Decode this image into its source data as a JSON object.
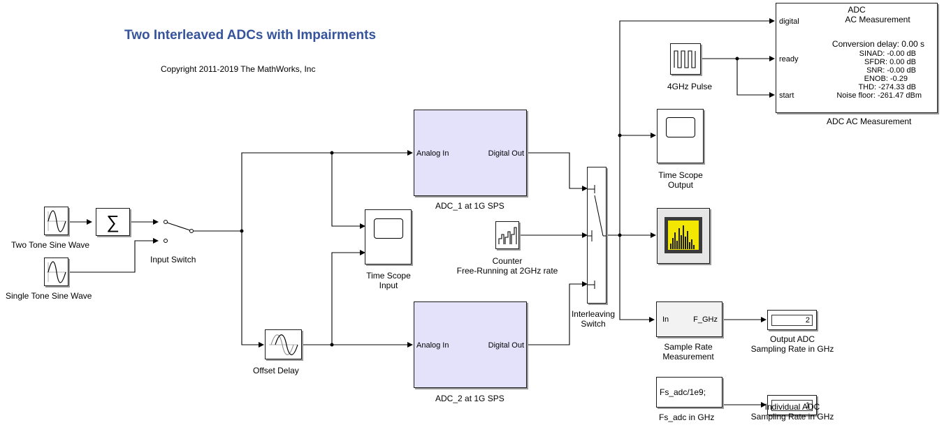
{
  "title": "Two Interleaved ADCs with Impairments",
  "copyright": "Copyright 2011-2019 The MathWorks, Inc",
  "blocks": {
    "two_tone": "Two Tone Sine Wave",
    "single_tone": "Single Tone Sine Wave",
    "input_switch": "Input Switch",
    "offset_delay": "Offset Delay",
    "scope_input": "Time Scope\nInput",
    "adc1": "ADC_1 at 1G SPS",
    "adc2": "ADC_2 at 1G SPS",
    "counter": "Counter\nFree-Running at 2GHz rate",
    "interleaving_switch": "Interleaving\nSwitch",
    "pulse": "4GHz Pulse",
    "scope_output": "Time Scope\nOutput",
    "sample_rate": "Sample Rate\nMeasurement",
    "fs_adc": "Fs_adc in GHz",
    "output_rate": "Output ADC\nSampling Rate in GHz",
    "individual_rate": "Individual ADC\nSampling Rate in GHz",
    "adc_meas": "ADC AC Measurement"
  },
  "ports": {
    "analog_in": "Analog In",
    "digital_out": "Digital Out",
    "in": "In",
    "f_ghz": "F_GHz",
    "digital": "digital",
    "ready": "ready",
    "start": "start"
  },
  "fs_expr": "Fs_adc/1e9;",
  "displays": {
    "output_value": "2",
    "individual_value": "1"
  },
  "measurement": {
    "header1": "ADC",
    "header2": "AC Measurement",
    "conversion_delay": "Conversion delay:  0.00  s",
    "sinad": "SINAD:  -0.00 dB",
    "sfdr": "SFDR:  0.00 dB",
    "snr": "SNR:  -0.00 dB",
    "enob": "ENOB:  -0.29",
    "thd": "THD: -274.33 dB",
    "noise_floor": "Noise floor: -261.47 dBm"
  },
  "colors": {
    "title": "#35549b",
    "adc_fill": "#e4e2fb",
    "spectrum_bg": "#f2e700",
    "spectrum_bars": "#1a1a1a"
  }
}
